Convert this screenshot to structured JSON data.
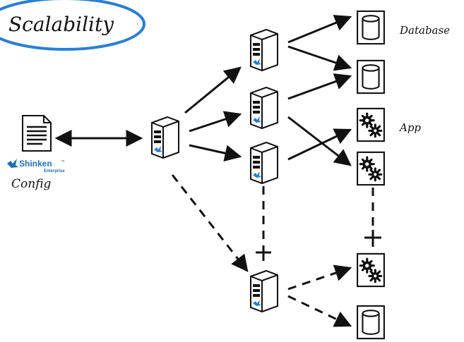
{
  "title": "Scalability",
  "labels": {
    "database": "Database",
    "app": "App",
    "config": "Config"
  },
  "brand": {
    "name": "Shinken",
    "tm": "™",
    "sub": "Enterprise",
    "color": "#1f6fb5"
  },
  "colors": {
    "ink": "#111111",
    "title_ring": "#2a7fd4",
    "server_body": "#ffffff",
    "icon_accent": "#2a7fd4"
  },
  "icons": {
    "title": "scalability-title",
    "config_document": "config-document-icon",
    "server": "server-icon",
    "database": "database-cylinder-icon",
    "app": "app-gears-icon",
    "plus": "plus-icon"
  }
}
